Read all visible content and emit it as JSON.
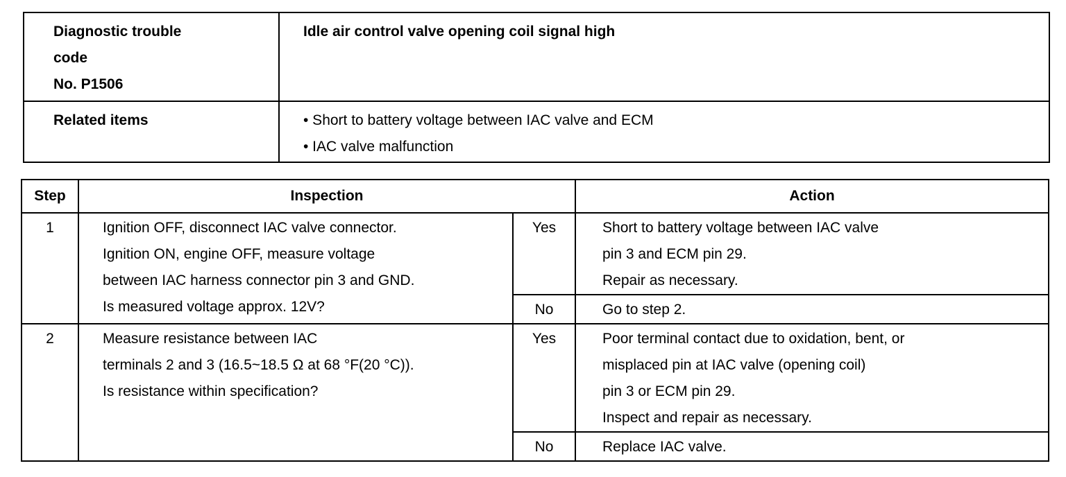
{
  "summary": {
    "code_label_lines": [
      "Diagnostic trouble",
      "code",
      "No. P1506"
    ],
    "code_description": "Idle air control valve opening coil signal high",
    "related_label": "Related items",
    "related_items": [
      "• Short to battery voltage between IAC valve and ECM",
      "• IAC valve malfunction"
    ]
  },
  "steps_table": {
    "headers": {
      "step": "Step",
      "inspection": "Inspection",
      "action": "Action"
    },
    "steps": [
      {
        "number": "1",
        "inspection_lines": [
          "Ignition OFF, disconnect IAC valve connector.",
          "Ignition ON, engine OFF, measure voltage",
          "between IAC harness connector pin 3 and GND.",
          "Is measured voltage approx. 12V?"
        ],
        "yes_label": "Yes",
        "yes_action_lines": [
          "Short to battery voltage between IAC valve",
          "pin 3 and ECM pin 29.",
          "Repair as necessary."
        ],
        "no_label": "No",
        "no_action_lines": [
          "Go to step 2."
        ]
      },
      {
        "number": "2",
        "inspection_lines": [
          "Measure resistance between IAC",
          "terminals 2 and 3 (16.5~18.5 Ω at 68 °F(20 °C)).",
          "Is resistance within specification?"
        ],
        "yes_label": "Yes",
        "yes_action_lines": [
          "Poor terminal contact due to oxidation, bent, or",
          "misplaced pin at IAC valve (opening coil)",
          "pin 3 or ECM pin 29.",
          "Inspect and repair as necessary."
        ],
        "no_label": "No",
        "no_action_lines": [
          "Replace IAC valve."
        ]
      }
    ]
  }
}
